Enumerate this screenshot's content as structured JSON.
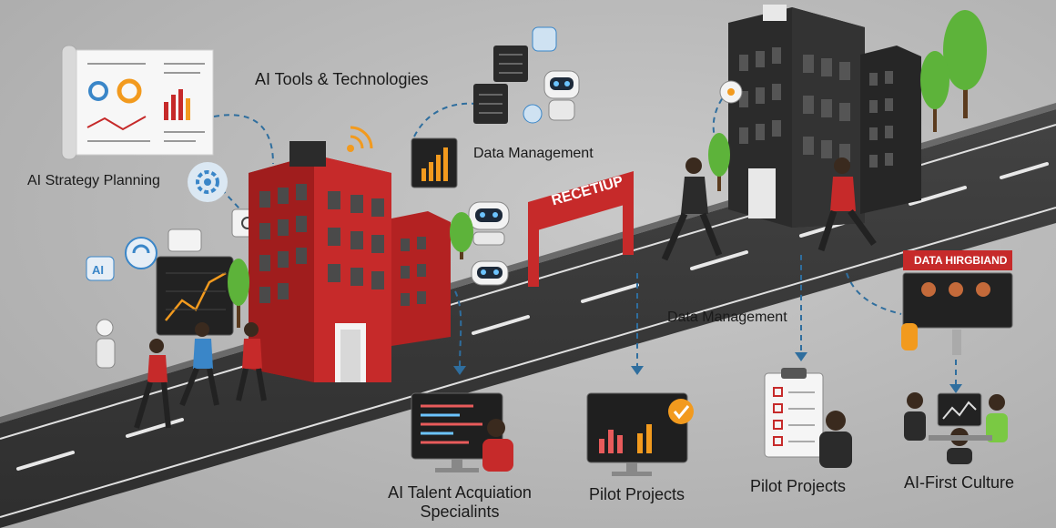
{
  "labels": {
    "ai_strategy_planning": "AI Strategy Planning",
    "ai_tools_technologies": "AI Tools & Technologies",
    "data_management_top": "Data Management",
    "data_management_mid": "Data Management",
    "ai_talent_line1": "AI Talent Acquiation",
    "ai_talent_line2": "Specialints",
    "pilot_projects_1": "Pilot Projects",
    "pilot_projects_2": "Pilot Projects",
    "ai_first_culture": "AI-First Culture"
  },
  "signs": {
    "arch_banner": "RECETIUP",
    "data_board": "DATA HIRGBIAND"
  },
  "colors": {
    "road": "#3a3a3a",
    "road_edge": "#2a2a2a",
    "red_building": "#c62a2a",
    "dark_building": "#2b2b2b",
    "accent_blue": "#3a86c8",
    "accent_orange": "#f29a1e",
    "arrow": "#2f6e9e",
    "tree": "#5db33a"
  },
  "icons": [
    "strategy-board-icon",
    "servers-icon",
    "robot-icon",
    "laptop-chart-icon",
    "monitor-code-icon",
    "dashboard-monitor-icon",
    "checklist-clipboard-icon",
    "team-desk-icon",
    "wifi-signal-icon",
    "gear-icon"
  ]
}
